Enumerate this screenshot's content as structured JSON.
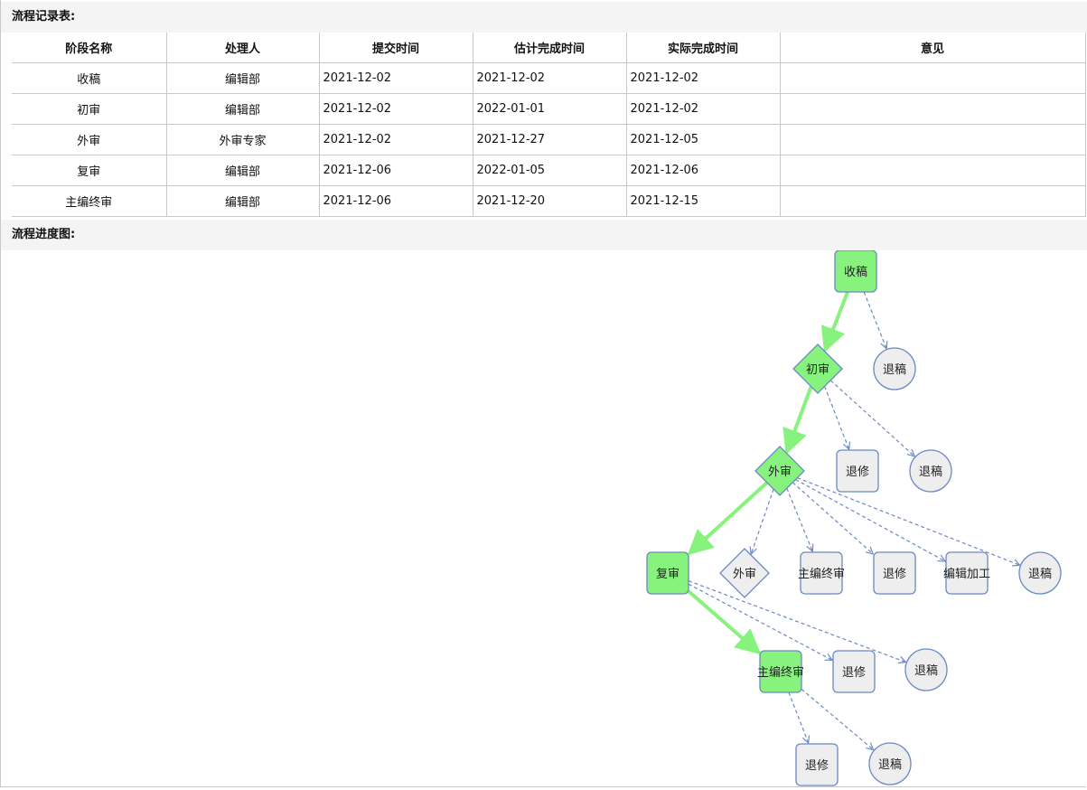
{
  "record_title": "流程记录表:",
  "progress_title": "流程进度图:",
  "table": {
    "headers": [
      "阶段名称",
      "处理人",
      "提交时间",
      "估计完成时间",
      "实际完成时间",
      "意见"
    ],
    "rows": [
      [
        "收稿",
        "编辑部",
        "2021-12-02",
        "2021-12-02",
        "2021-12-02",
        ""
      ],
      [
        "初审",
        "编辑部",
        "2021-12-02",
        "2022-01-01",
        "2021-12-02",
        ""
      ],
      [
        "外审",
        "外审专家",
        "2021-12-02",
        "2021-12-27",
        "2021-12-05",
        ""
      ],
      [
        "复审",
        "编辑部",
        "2021-12-06",
        "2022-01-05",
        "2021-12-06",
        ""
      ],
      [
        "主编终审",
        "编辑部",
        "2021-12-06",
        "2021-12-20",
        "2021-12-15",
        ""
      ]
    ]
  },
  "flow": {
    "colors": {
      "active_fill": "#88f27e",
      "inactive_fill": "#eeeeee",
      "node_stroke": "#6a88c4",
      "active_edge": "#88f27e",
      "dashed_edge": "#6a88c4"
    },
    "nodes": [
      {
        "id": "n_shougao",
        "label": "收稿",
        "shape": "rect",
        "active": true
      },
      {
        "id": "n_chushen",
        "label": "初审",
        "shape": "diamond",
        "active": true
      },
      {
        "id": "n_tuigao1",
        "label": "退稿",
        "shape": "circle",
        "active": false
      },
      {
        "id": "n_waishen",
        "label": "外审",
        "shape": "diamond",
        "active": true
      },
      {
        "id": "n_tuixiu1",
        "label": "退修",
        "shape": "rect",
        "active": false
      },
      {
        "id": "n_tuigao2",
        "label": "退稿",
        "shape": "circle",
        "active": false
      },
      {
        "id": "n_fushen",
        "label": "复审",
        "shape": "rect",
        "active": true
      },
      {
        "id": "n_waishen2",
        "label": "外审",
        "shape": "diamond",
        "active": false
      },
      {
        "id": "n_zhongshen1",
        "label": "主编终审",
        "shape": "rect",
        "active": false
      },
      {
        "id": "n_tuixiu2",
        "label": "退修",
        "shape": "rect",
        "active": false
      },
      {
        "id": "n_bianji",
        "label": "编辑加工",
        "shape": "rect",
        "active": false
      },
      {
        "id": "n_tuigao3",
        "label": "退稿",
        "shape": "circle",
        "active": false
      },
      {
        "id": "n_zhongshen",
        "label": "主编终审",
        "shape": "rect",
        "active": true
      },
      {
        "id": "n_tuixiu3",
        "label": "退修",
        "shape": "rect",
        "active": false
      },
      {
        "id": "n_tuigao4",
        "label": "退稿",
        "shape": "circle",
        "active": false
      },
      {
        "id": "n_tuixiu4",
        "label": "退修",
        "shape": "rect",
        "active": false
      },
      {
        "id": "n_tuigao5",
        "label": "退稿",
        "shape": "circle",
        "active": false
      }
    ],
    "edges": [
      {
        "from": "n_shougao",
        "to": "n_chushen",
        "active": true
      },
      {
        "from": "n_shougao",
        "to": "n_tuigao1",
        "active": false
      },
      {
        "from": "n_chushen",
        "to": "n_waishen",
        "active": true
      },
      {
        "from": "n_chushen",
        "to": "n_tuixiu1",
        "active": false
      },
      {
        "from": "n_chushen",
        "to": "n_tuigao2",
        "active": false
      },
      {
        "from": "n_waishen",
        "to": "n_fushen",
        "active": true
      },
      {
        "from": "n_waishen",
        "to": "n_waishen2",
        "active": false
      },
      {
        "from": "n_waishen",
        "to": "n_zhongshen1",
        "active": false
      },
      {
        "from": "n_waishen",
        "to": "n_tuixiu2",
        "active": false
      },
      {
        "from": "n_waishen",
        "to": "n_bianji",
        "active": false
      },
      {
        "from": "n_waishen",
        "to": "n_tuigao3",
        "active": false
      },
      {
        "from": "n_fushen",
        "to": "n_zhongshen",
        "active": true
      },
      {
        "from": "n_fushen",
        "to": "n_tuixiu3",
        "active": false
      },
      {
        "from": "n_fushen",
        "to": "n_tuigao4",
        "active": false
      },
      {
        "from": "n_zhongshen",
        "to": "n_tuixiu4",
        "active": false
      },
      {
        "from": "n_zhongshen",
        "to": "n_tuigao5",
        "active": false
      }
    ]
  }
}
